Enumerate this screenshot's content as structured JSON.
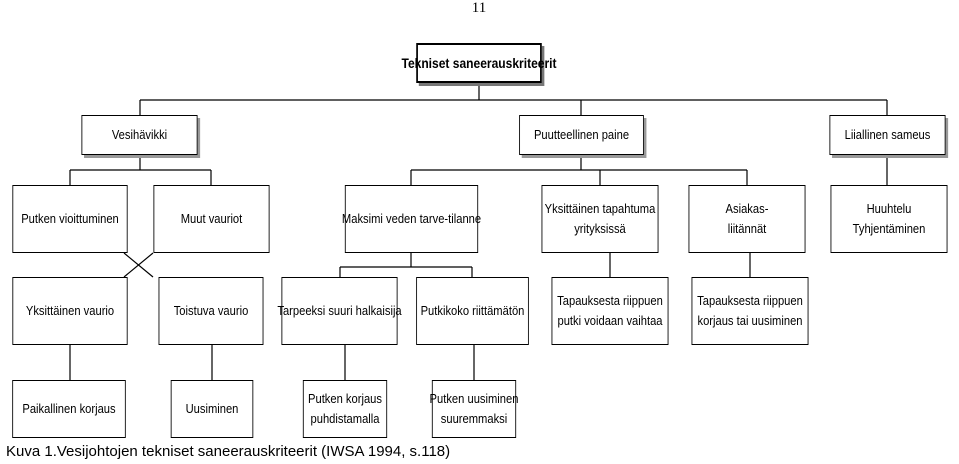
{
  "page_number": "11",
  "root": "Tekniset saneerauskriteerit",
  "level1": [
    "Vesihävikki",
    "Puutteellinen paine",
    "Liiallinen sameus"
  ],
  "level2": [
    [
      "Putken vioittuminen"
    ],
    [
      "Muut vauriot"
    ],
    [
      "Maksimi veden tarve-tilanne"
    ],
    [
      "Yksittäinen tapahtuma",
      "yrityksissä"
    ],
    [
      "Asiakas-",
      "liitännät"
    ],
    [
      "Huuhtelu",
      "Tyhjentäminen"
    ]
  ],
  "level3": [
    [
      "Yksittäinen vaurio"
    ],
    [
      "Toistuva vaurio"
    ],
    [
      "Tarpeeksi suuri halkaisija"
    ],
    [
      "Putkikoko riittämätön"
    ],
    [
      "Tapauksesta riippuen",
      "putki voidaan vaihtaa"
    ],
    [
      "Tapauksesta riippuen",
      "korjaus tai uusiminen"
    ]
  ],
  "level4": [
    [
      "Paikallinen korjaus"
    ],
    [
      "Uusiminen"
    ],
    [
      "Putken korjaus",
      "puhdistamalla"
    ],
    [
      "Putken uusiminen",
      "suuremmaksi"
    ]
  ],
  "caption": "Kuva 1.Vesijohtojen tekniset saneerauskriteerit (IWSA 1994, s.118)"
}
